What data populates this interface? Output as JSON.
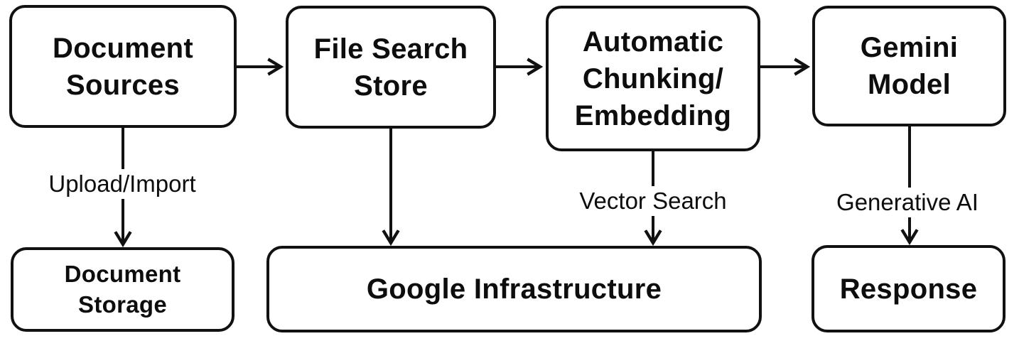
{
  "diagram": {
    "nodes": {
      "document_sources": {
        "label": "Document\nSources"
      },
      "file_search_store": {
        "label": "File Search\nStore"
      },
      "automatic_chunking_embedding": {
        "label": "Automatic\nChunking/\nEmbedding"
      },
      "gemini_model": {
        "label": "Gemini\nModel"
      },
      "document_storage": {
        "label": "Document\nStorage"
      },
      "google_infrastructure": {
        "label": "Google Infrastructure"
      },
      "response": {
        "label": "Response"
      }
    },
    "edges": [
      {
        "from": "document_sources",
        "to": "file_search_store",
        "label": ""
      },
      {
        "from": "file_search_store",
        "to": "automatic_chunking_embedding",
        "label": ""
      },
      {
        "from": "automatic_chunking_embedding",
        "to": "gemini_model",
        "label": ""
      },
      {
        "from": "document_sources",
        "to": "document_storage",
        "label": "Upload/Import"
      },
      {
        "from": "file_search_store",
        "to": "google_infrastructure",
        "label": ""
      },
      {
        "from": "automatic_chunking_embedding",
        "to": "google_infrastructure",
        "label": "Vector Search"
      },
      {
        "from": "gemini_model",
        "to": "response",
        "label": "Generative AI"
      }
    ],
    "colors": {
      "background": "#ffffff",
      "stroke": "#111111",
      "text": "#0d0d0d"
    }
  }
}
